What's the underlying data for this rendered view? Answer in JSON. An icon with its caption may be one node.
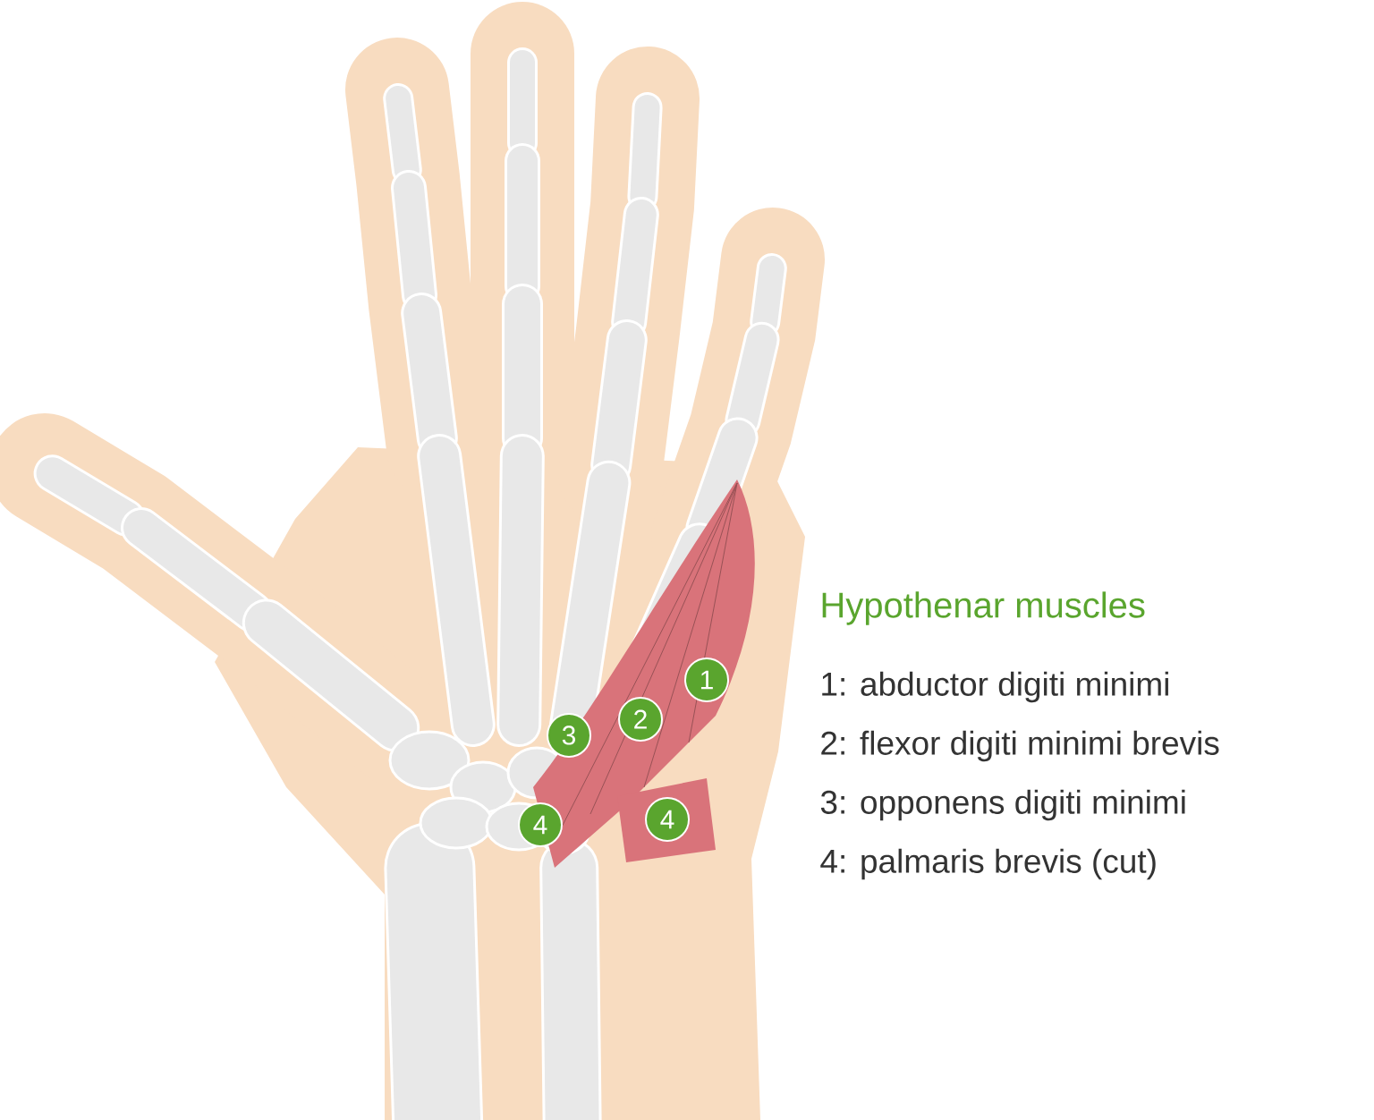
{
  "diagram": {
    "title": "Hypothenar muscles",
    "nodes": [
      {
        "text": [
          "1"
        ]
      },
      {
        "text": [
          "2"
        ]
      },
      {
        "text": [
          "3"
        ]
      },
      {
        "text": [
          "4"
        ]
      },
      {
        "text": [
          "4"
        ]
      }
    ],
    "labels": [
      "1: abductor digiti minimi",
      "2: flexor digiti minimi brevis",
      "3: opponens digiti minimi",
      "4: palmaris brevis (cut)"
    ]
  }
}
